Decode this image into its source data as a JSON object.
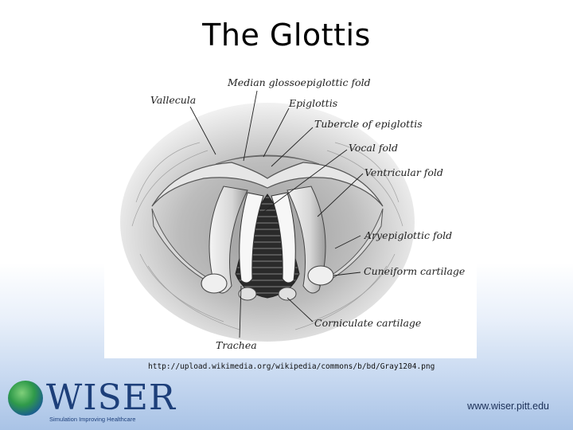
{
  "slide": {
    "title": "The Glottis"
  },
  "figure": {
    "labels": {
      "median_glossoepiglottic_fold": "Median glossoepiglottic fold",
      "vallecula": "Vallecula",
      "epiglottis": "Epiglottis",
      "tubercle_of_epiglottis": "Tubercle of epiglottis",
      "vocal_fold": "Vocal fold",
      "ventricular_fold": "Ventricular fold",
      "aryepiglottic_fold": "Aryepiglottic fold",
      "cuneiform_cartilage": "Cuneiform cartilage",
      "corniculate_cartilage": "Corniculate cartilage",
      "trachea": "Trachea"
    },
    "caption": "http://upload.wikimedia.org/wikipedia/commons/b/bd/Gray1204.png"
  },
  "footer": {
    "logo_text": "WISER",
    "logo_tagline": "Simulation Improving Healthcare",
    "site_url": "www.wiser.pitt.edu"
  },
  "colors": {
    "logo_blue": "#1d3f7a",
    "background_bottom": "#a9c3e6"
  }
}
